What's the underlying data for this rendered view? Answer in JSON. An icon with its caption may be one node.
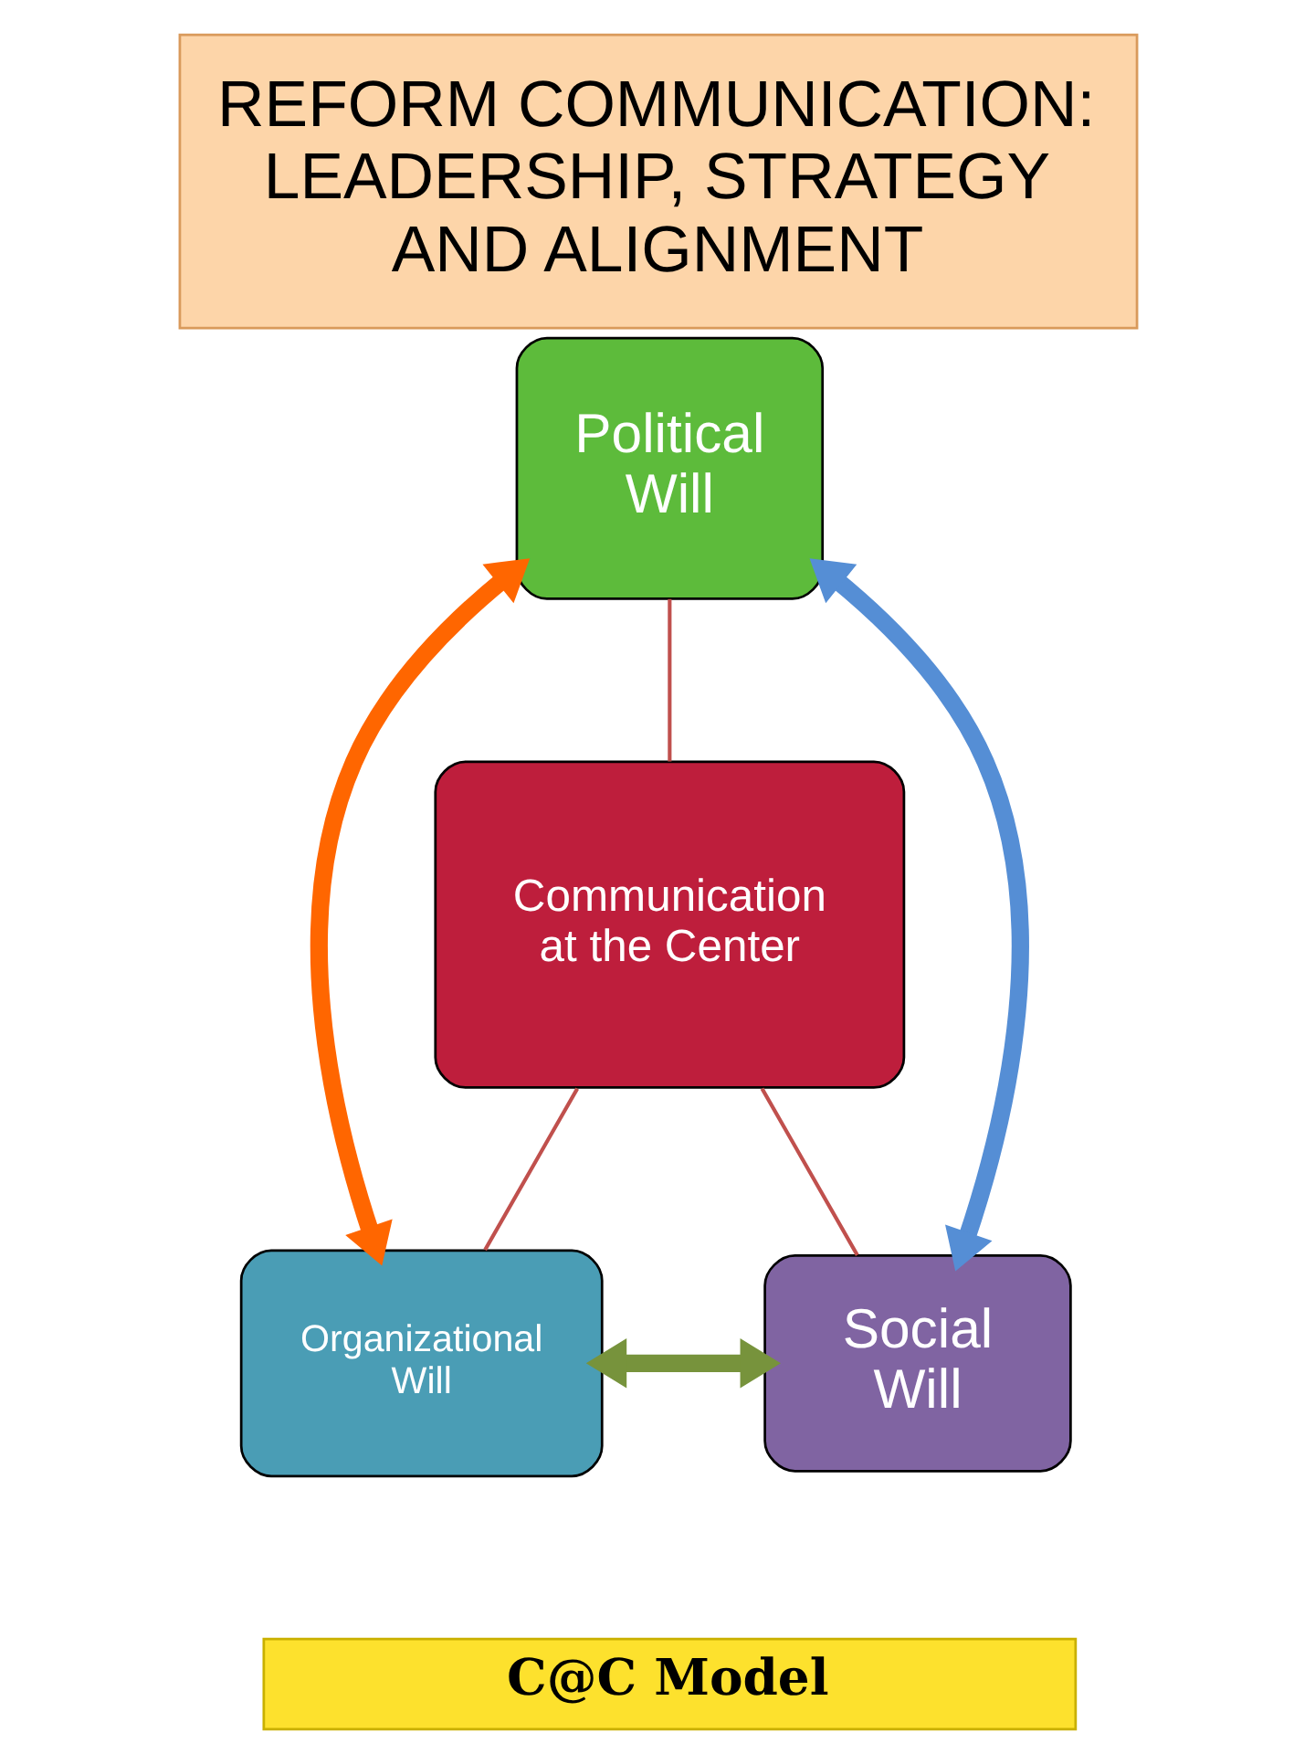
{
  "diagram": {
    "title": "REFORM COMMUNICATION: LEADERSHIP, STRATEGY AND ALIGNMENT",
    "nodes": [
      {
        "text": [
          "Political Will"
        ]
      },
      {
        "text": [
          "Communication at the Center"
        ]
      },
      {
        "text": [
          "Organizational Will"
        ]
      },
      {
        "text": [
          "Social Will"
        ]
      },
      {
        "text": [
          "C@C Model"
        ]
      }
    ],
    "edges": [
      {
        "from": 0,
        "to": 1,
        "arrow": "none",
        "color": "#c0504d"
      },
      {
        "from": 1,
        "to": 2,
        "arrow": "none",
        "color": "#c0504d"
      },
      {
        "from": 1,
        "to": 3,
        "arrow": "none",
        "color": "#c0504d"
      },
      {
        "from": 0,
        "to": 2,
        "arrow": "both",
        "style": "thick",
        "color": "#ff6600"
      },
      {
        "from": 0,
        "to": 3,
        "arrow": "both",
        "style": "thick",
        "color": "#558ed5"
      },
      {
        "from": 2,
        "to": 3,
        "arrow": "both",
        "style": "thick",
        "color": "#77933c"
      }
    ]
  }
}
